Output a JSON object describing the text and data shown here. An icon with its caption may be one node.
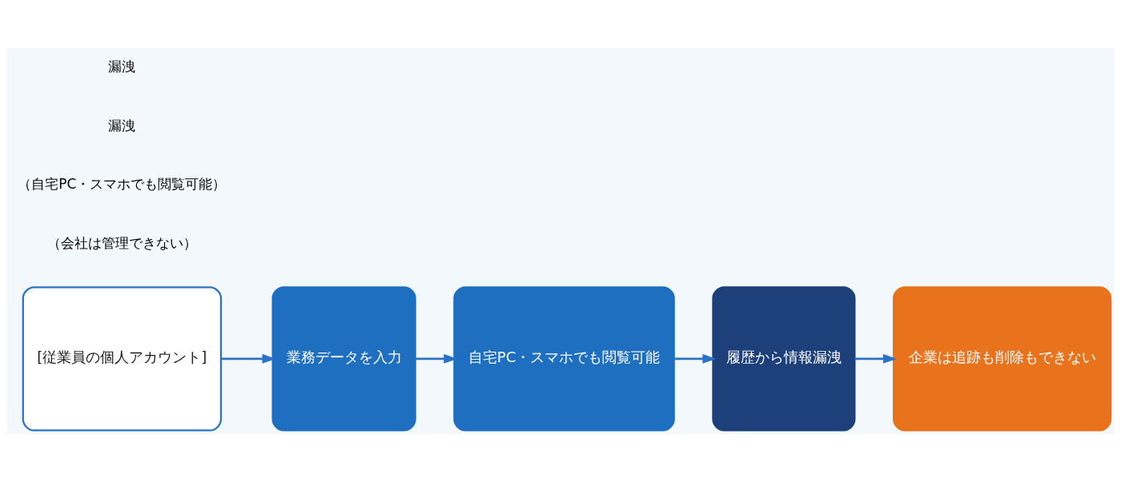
{
  "diagram": {
    "nodes": [
      {
        "text": [
          "[従業員の個人アカウント]"
        ]
      },
      {
        "text": [
          "業務データを入力"
        ]
      },
      {
        "text": [
          "自宅PC・スマホでも閲覧可能"
        ]
      },
      {
        "text": [
          "履歴から情報漏洩"
        ]
      },
      {
        "text": [
          "企業は追跡も削除もできない"
        ]
      }
    ],
    "edges": [
      {
        "from": 0,
        "to": 1,
        "arrow": "to"
      },
      {
        "from": 1,
        "to": 2,
        "arrow": "to"
      },
      {
        "from": 2,
        "to": 3,
        "arrow": "to"
      },
      {
        "from": 3,
        "to": 4,
        "arrow": "to"
      }
    ],
    "labels": [
      "（会社は管理できない）",
      "（自宅PC・スマホでも閲覧可能）",
      "漏洩",
      "漏洩"
    ]
  }
}
